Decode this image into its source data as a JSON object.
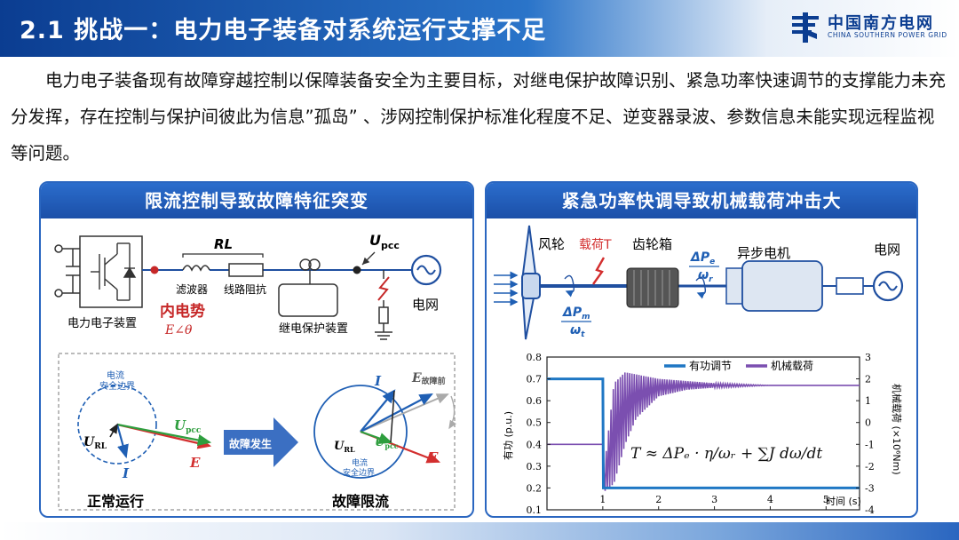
{
  "header": {
    "title": "2.1 挑战一：电力电子装备对系统运行支撑不足",
    "logo_cn": "中国南方电网",
    "logo_en": "CHINA SOUTHERN POWER GRID"
  },
  "intro": {
    "text": "电力电子装备现有故障穿越控制以保障装备安全为主要目标，对继电保护故障识别、紧急功率快速调节的支撑能力未充分发挥，存在控制与保护间彼此为信息”孤岛” 、涉网控制保护标准化程度不足、逆变器录波、参数信息未能实现远程监视等问题。"
  },
  "left_panel": {
    "title": "限流控制导致故障特征突变",
    "circuit": {
      "rl": "RL",
      "filter": "滤波器",
      "line_imp": "线路阻抗",
      "upcc_main": "U",
      "upcc_sub": "pcc",
      "grid": "电网",
      "device": "电力电子装置",
      "relay": "继电保护装置",
      "emf": "内电势",
      "emf_expr": "E∠θ"
    },
    "phasor": {
      "circle_label_1": "电流",
      "circle_label_2": "安全边界",
      "i": "I",
      "url_main": "U",
      "url_sub": "RL",
      "upcc_main": "U",
      "upcc_sub": "pcc",
      "e": "E",
      "e_pre_main": "E",
      "e_pre_sub": "故障前",
      "arrow_label": "故障发生",
      "normal": "正常运行",
      "limited": "故障限流"
    }
  },
  "right_panel": {
    "title": "紧急功率快调导致机械载荷冲击大",
    "drive": {
      "rotor": "风轮",
      "load": "载荷T",
      "gearbox": "齿轮箱",
      "dpe_num_main": "ΔP",
      "dpe_num_sub": "e",
      "dpe_den_main": "ω",
      "dpe_den_sub": "r",
      "generator": "异步电机",
      "grid": "电网",
      "dpm_num_main": "ΔP",
      "dpm_num_sub": "m",
      "dpm_den_main": "ω",
      "dpm_den_sub": "t"
    },
    "formula": "T ≈ ΔPₑ · η/ωᵣ + ∑J dω/dt"
  },
  "chart_data": {
    "type": "line",
    "x": [
      0,
      1,
      1.01,
      1.2,
      1.4,
      1.6,
      2,
      2.5,
      3,
      3.5,
      4,
      4.5,
      5,
      5.6
    ],
    "xlabel": "时间 (s)",
    "ylabel": "有功 (p.u.)",
    "y2label": "机械载荷 (×10⁶Nm)",
    "xlim": [
      0,
      5.6
    ],
    "ylim": [
      0.1,
      0.8
    ],
    "y2lim": [
      -4,
      3
    ],
    "xticks": [
      "1",
      "2",
      "3",
      "4",
      "5"
    ],
    "yticks": [
      "0.1",
      "0.2",
      "0.3",
      "0.4",
      "0.5",
      "0.6",
      "0.7",
      "0.8"
    ],
    "y2ticks": [
      "-4",
      "-3",
      "-2",
      "-1",
      "0",
      "1",
      "2",
      "3"
    ],
    "legend_position": "top",
    "series": [
      {
        "name": "有功调节",
        "axis": "left",
        "color": "#1f77c4",
        "values": [
          0.7,
          0.7,
          0.2,
          0.2,
          0.2,
          0.2,
          0.2,
          0.2,
          0.2,
          0.2,
          0.2,
          0.2,
          0.2,
          0.2
        ]
      },
      {
        "name": "机械载荷",
        "axis": "right",
        "color": "#7b4fb0",
        "values": [
          -1,
          -1,
          -2.5,
          1.8,
          2.3,
          2.2,
          2.0,
          1.9,
          1.8,
          1.75,
          1.7,
          1.7,
          1.7,
          1.7
        ],
        "envelope_min": [
          -1,
          -1,
          -3.2,
          -2.8,
          -1.0,
          0.2,
          1.2,
          1.5,
          1.6,
          1.65,
          1.7,
          1.7,
          1.7,
          1.7
        ]
      }
    ]
  },
  "colors": {
    "brand": "#0b3d91",
    "accent": "#2a66c0",
    "red": "#d32f2f",
    "green": "#2e9e3e",
    "blue_vec": "#1f5fb4"
  }
}
